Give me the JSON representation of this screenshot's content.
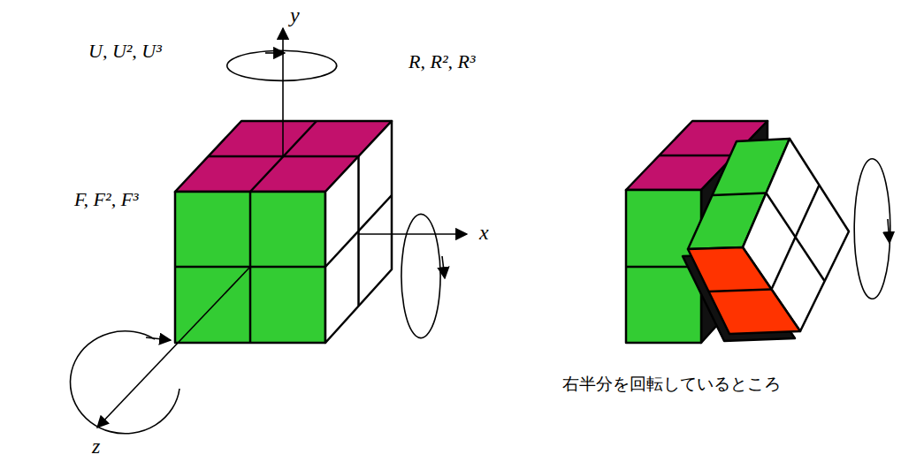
{
  "diagram": {
    "labels": [
      "y",
      "U, U², U³",
      "R, R², R³",
      "x",
      "F, F², F³",
      "z",
      "右半分を回転しているところ"
    ]
  }
}
